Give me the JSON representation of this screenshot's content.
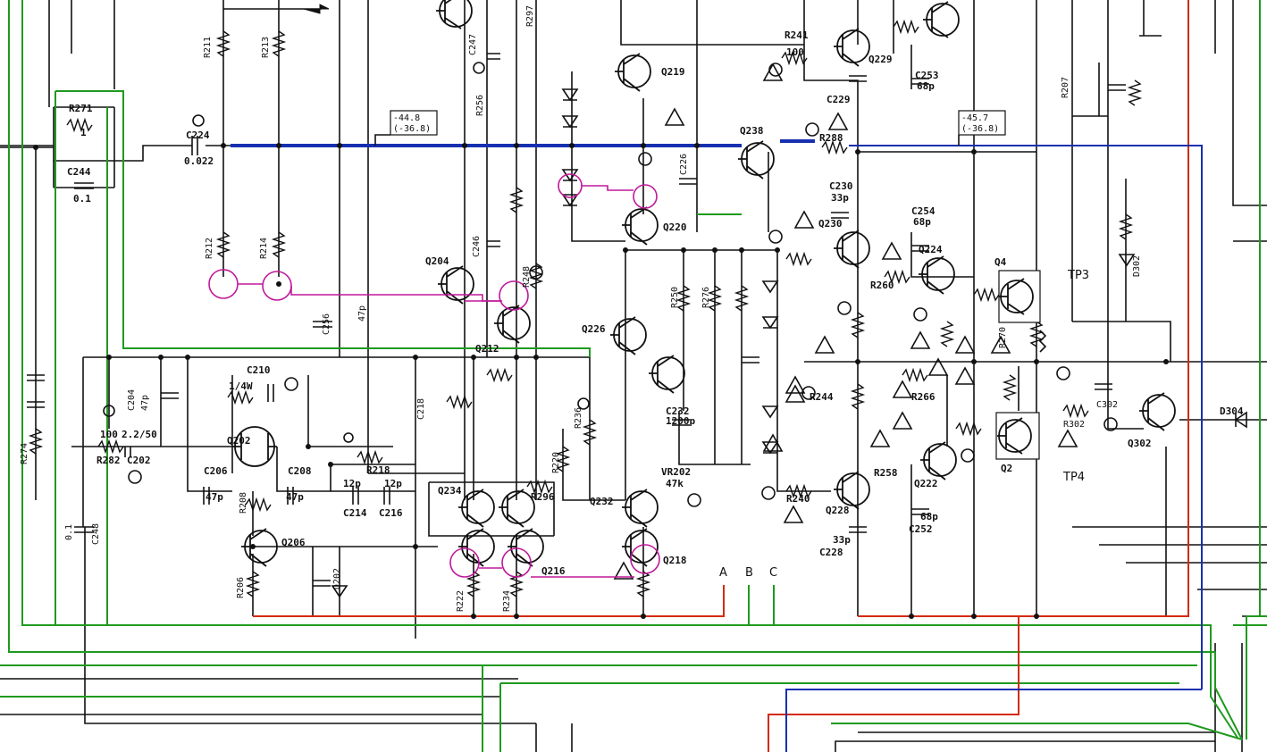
{
  "components": {
    "r211": "R211",
    "r213": "R213",
    "r271": "R271",
    "r271_val": "1",
    "c224": "C224",
    "c224_val": "0.022",
    "c244": "C244",
    "c244_val": "0.1",
    "r212": "R212",
    "r214": "R214",
    "q204": "Q204",
    "q212": "Q212",
    "c247": "C247",
    "r256": "R256",
    "c246": "C246",
    "r248": "R248",
    "r297": "R297",
    "q219": "Q219",
    "q220": "Q220",
    "q238": "Q238",
    "c226": "C226",
    "r241": "R241",
    "r241_val": "100",
    "q229": "Q229",
    "c229": "C229",
    "c253": "C253",
    "c253_val": "68p",
    "r288": "R288",
    "c230": "C230",
    "c230_val": "33p",
    "c254": "C254",
    "c254_val": "68p",
    "q230": "Q230",
    "q224": "Q224",
    "q4": "Q4",
    "tp3": "TP3",
    "tp4": "TP4",
    "r207": "R207",
    "c302": "C302",
    "r302": "R302",
    "q302": "Q302",
    "d302": "D302",
    "d304": "D304",
    "q2": "Q2",
    "q226": "Q226",
    "q232": "Q232",
    "q234": "Q234",
    "q216": "Q216",
    "q218": "Q218",
    "q202": "Q202",
    "q206": "Q206",
    "d202": "D202",
    "r222": "R222",
    "r234": "R234",
    "r220": "R220",
    "r296": "R296",
    "r236": "R236",
    "r250": "R250",
    "r276": "R276",
    "vr202": "VR202",
    "vr202_val": "47k",
    "c232": "C232",
    "c232_val": "1200p",
    "r240": "R240",
    "q228": "Q228",
    "c228": "C228",
    "c228_val": "33p",
    "q222": "Q222",
    "c252": "C252",
    "c252_val": "68p",
    "r258": "R258",
    "r260": "R260",
    "r244": "R244",
    "r266": "R266",
    "r270": "R270",
    "c210": "C210",
    "c206": "C206",
    "c206_val": "47p",
    "c208": "C208",
    "c208_val": "47p",
    "c214": "C214",
    "c216": "C216",
    "c204": "C204",
    "c204_val": "47p",
    "r282": "R282",
    "r282_val": "100",
    "c202": "C202",
    "c202_val": "2.2/50",
    "r274": "R274",
    "c248": "C248",
    "c248_val": "0.1",
    "r218": "R218",
    "r208": "R208",
    "r206": "R206",
    "c218": "C218",
    "c256": "C256",
    "c256_val": "47p",
    "c12p_a": "12p",
    "c12p_b": "12p",
    "quarter_w": "1/4W",
    "v_left": "-44.8",
    "v_left2": "(-36.8)",
    "v_right": "-45.7",
    "v_right2": "(-36.8)",
    "node_a": "A",
    "node_b": "B",
    "node_c": "C"
  },
  "colors": {
    "green": "#1f9a1f",
    "red": "#d42a10",
    "blue": "#1730b0",
    "magenta": "#c0189a"
  }
}
